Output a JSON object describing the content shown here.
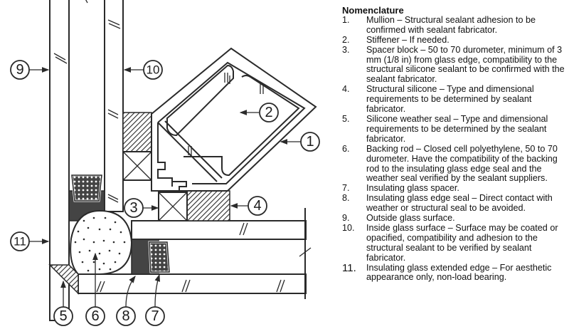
{
  "diagram": {
    "callouts": [
      {
        "id": "1",
        "label": "1"
      },
      {
        "id": "2",
        "label": "2"
      },
      {
        "id": "3",
        "label": "3"
      },
      {
        "id": "4",
        "label": "4"
      },
      {
        "id": "5",
        "label": "5"
      },
      {
        "id": "6",
        "label": "6"
      },
      {
        "id": "7",
        "label": "7"
      },
      {
        "id": "8",
        "label": "8"
      },
      {
        "id": "9",
        "label": "9"
      },
      {
        "id": "10",
        "label": "10"
      },
      {
        "id": "11",
        "label": "11"
      }
    ]
  },
  "legend": {
    "title": "Nomenclature",
    "items": [
      {
        "num": "1.",
        "text": "Mullion – Structural sealant adhesion to be confirmed with sealant fabricator."
      },
      {
        "num": "2.",
        "text": "Stiffener – If needed."
      },
      {
        "num": "3.",
        "text": "Spacer block – 50 to 70 durometer, minimum of 3 mm (1/8 in) from glass edge, compatibility to the structural silicone sealant to be confirmed with the sealant fabricator."
      },
      {
        "num": "4.",
        "text": "Structural silicone – Type and dimensional requirements to be determined by sealant fabricator."
      },
      {
        "num": "5.",
        "text": "Silicone weather seal – Type and dimensional requirements to be determined by the sealant fabricator."
      },
      {
        "num": "6.",
        "text": "Backing rod – Closed cell polyethylene, 50 to 70 durometer.  Have the compatibility of the backing rod to the insulating glass edge seal and the weather seal verified by the sealant suppliers."
      },
      {
        "num": "7.",
        "text": "Insulating glass spacer."
      },
      {
        "num": "8.",
        "text": "Insulating glass edge seal – Direct contact with weather or structural seal to be avoided."
      },
      {
        "num": "9.",
        "text": "Outside glass surface."
      },
      {
        "num": "10.",
        "text": "Inside glass surface – Surface may be coated or opacified, compatibility and adhesion to the structural sealant to be verified by sealant fabricator."
      },
      {
        "num": "11.",
        "text": "Insulating glass extended edge – For aesthetic appearance only, non-load bearing."
      }
    ]
  }
}
